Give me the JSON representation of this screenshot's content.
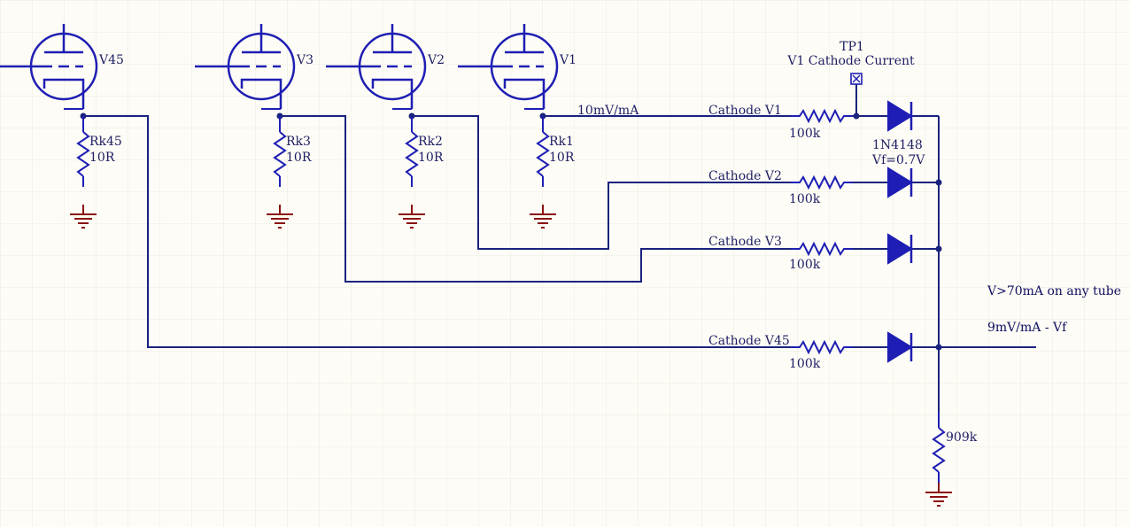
{
  "colors": {
    "background": "#fdfcf6",
    "grid": "#ebebe2",
    "wire": "#1a237e",
    "component": "#1e1eb4",
    "ground": "#8b1010",
    "label": "#1e1e64"
  },
  "tubes": [
    {
      "ref": "V45"
    },
    {
      "ref": "V3"
    },
    {
      "ref": "V2"
    },
    {
      "ref": "V1"
    }
  ],
  "cathode_resistors": [
    {
      "ref": "Rk45",
      "value": "10R"
    },
    {
      "ref": "Rk3",
      "value": "10R"
    },
    {
      "ref": "Rk2",
      "value": "10R"
    },
    {
      "ref": "Rk1",
      "value": "10R"
    }
  ],
  "nets": [
    {
      "label": "Cathode V1"
    },
    {
      "label": "Cathode V2"
    },
    {
      "label": "Cathode V3"
    },
    {
      "label": "Cathode V45"
    }
  ],
  "series_resistors": [
    {
      "value": "100k"
    },
    {
      "value": "100k"
    },
    {
      "value": "100k"
    },
    {
      "value": "100k"
    }
  ],
  "diode": {
    "part": "1N4148",
    "vf": "Vf=0.7V"
  },
  "testpoint": {
    "ref": "TP1",
    "desc": "V1 Cathode Current"
  },
  "scale_note": "10mV/mA",
  "load_resistor": {
    "value": "909k"
  },
  "notes": {
    "threshold": "V>70mA on any tube",
    "output": "9mV/mA - Vf"
  }
}
